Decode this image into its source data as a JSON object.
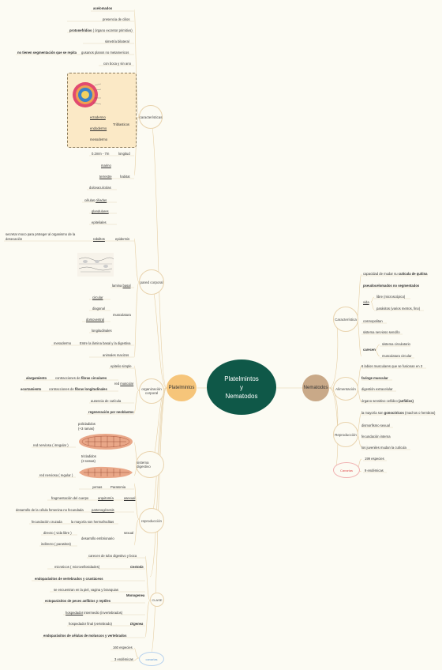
{
  "central": {
    "line1": "Platelmintos",
    "line2": "y",
    "line3": "Nematodos"
  },
  "branches": {
    "platelmintos": "Platelmintos",
    "nematodos": "Nematodos"
  },
  "plat": {
    "caracteristicas": {
      "label": "características",
      "items": [
        "acelomados",
        "presencia de cilios",
        "protonefridios",
        "( órgano excretor primitivo)",
        "simetría bilateral",
        "no tienen segmentación que se repita",
        "gusanos planos no metamericos",
        "con boca y sin ano"
      ],
      "triblasticos": "Triblasticos",
      "capas": [
        "ectodermo",
        "endodermo",
        "mesodermo"
      ],
      "longitud_label": "longitud",
      "longitud": "0.2mm - 7m",
      "habitat_label": "habitat",
      "habitat": [
        "marino",
        "terrestre",
        "dulceacuícolas"
      ]
    },
    "pared": {
      "label": "pared corporal",
      "epidermis_label": "epidermis",
      "epidermis": [
        "células ",
        "ciliadas",
        "glandulares",
        "epiteliales",
        "secretar moco para proteger al organismo de la desecación",
        "rabditos"
      ],
      "lamina": [
        "lamina ",
        "basal"
      ],
      "musculatura_label": "musculatura",
      "musculatura": [
        "circular",
        "diagonal",
        "dorsoventral",
        "longitudinales"
      ],
      "mesodermo": "mesodermo",
      "entre": "Entre la lámina basal y la digestiva",
      "macizos": "animales macizos"
    },
    "organizacion": {
      "label": [
        "organización",
        "corporal"
      ],
      "epitelio": "epitelio simple",
      "red": [
        "red ",
        "muscular"
      ],
      "alargamiento": "alargamiento",
      "contr_circ": [
        "contracciones de ",
        "fibras circulares"
      ],
      "acortamiento": "acortamiento",
      "contr_long": [
        "contracciones de ",
        "fibras longitudinales"
      ],
      "ausencia": "ausencia de cutícula",
      "regeneracion": "regeneración por neoblastos"
    },
    "digestivo": {
      "label": "sistema digestivo",
      "poli": [
        "policladidos",
        "(+3 ramas)"
      ],
      "red_irregular": "red nerviosa ( irregular )",
      "tri": [
        "tricladidos",
        "(3 ramas)"
      ],
      "red_regular": "red nerviosa ( regular )"
    },
    "reproduccion": {
      "label": "reproducción",
      "asexual": "asexual",
      "yemas": "yemas",
      "paratomia": "Paratomia",
      "fragmentacion": "fragmentación del cuerpo",
      "arquitomia": "arquitomía",
      "desarrollo_fem": "desarrollo de la célula femenina no fecundada",
      "partenogenesis": "partenogénesis",
      "sexual": "sexual",
      "fecundacion": "fecundación cruzada",
      "hermafroditas": "la mayoría son hermafroditas",
      "directo": "directo ( vida libre )",
      "indirecto": "indirecto ( parasitos)",
      "embrionario": "desarrollo embrionario"
    },
    "clase": {
      "label": "CLASE",
      "cestoda": "Cestoda",
      "monogenea": "Monogenea",
      "digenea": "Digenea",
      "items": [
        "carecen de tubo digestivo y boca",
        "microticos ( microvellosidades)",
        "endoparásitos de vertebrados y crustáceos",
        "se encuentran en la piel, vagina y branquias",
        "ectoparásitos de peces anfibios y reptiles",
        "hospedador",
        "intermedio (invertebrados)",
        "hospedador  final (vertebrado)",
        "endoparásitos de células de moluscos y vertebrados"
      ]
    },
    "canarias": {
      "label": "canarias",
      "items": [
        "160 especies",
        "3 endémicas"
      ]
    }
  },
  "nema": {
    "caracteristica": {
      "label": "Característica",
      "quitina": [
        "capacidad de mudar su ",
        "cutícula de quitina"
      ],
      "pseudo": "pseudocelomados no segmentados",
      "vida": "vida",
      "libre": "libre (microscópico)",
      "parasitos": "parásitos (varios metros, fino)",
      "cosmo": "cosmopolitan",
      "sns": "sistema nervioso sencillo",
      "carecen": "carecen",
      "circ": "sistema circulatorio",
      "musc": "musculatura circular"
    },
    "alimentacion": {
      "label": "Alimentación",
      "labios": "6 labios musculares que se fusionan en 3",
      "faringe": "faringe muscular",
      "digestion": "digestión extracelular",
      "organo": [
        "órgano sensitivo cefálico ",
        "(anfidios)"
      ]
    },
    "reproduccion": {
      "label": "Reproducción",
      "gonocoricos": [
        "la mayoría son ",
        "gonocóricos",
        "  (machos o hembras)"
      ],
      "dimorfismo": "dismorfismo sexual",
      "fecundacion": "fecundación interna",
      "juveniles": "los juveniles mudan la cutícula"
    },
    "canarias": {
      "label": "Canarias",
      "items": [
        "199 especies",
        "9 endémicas"
      ]
    }
  }
}
